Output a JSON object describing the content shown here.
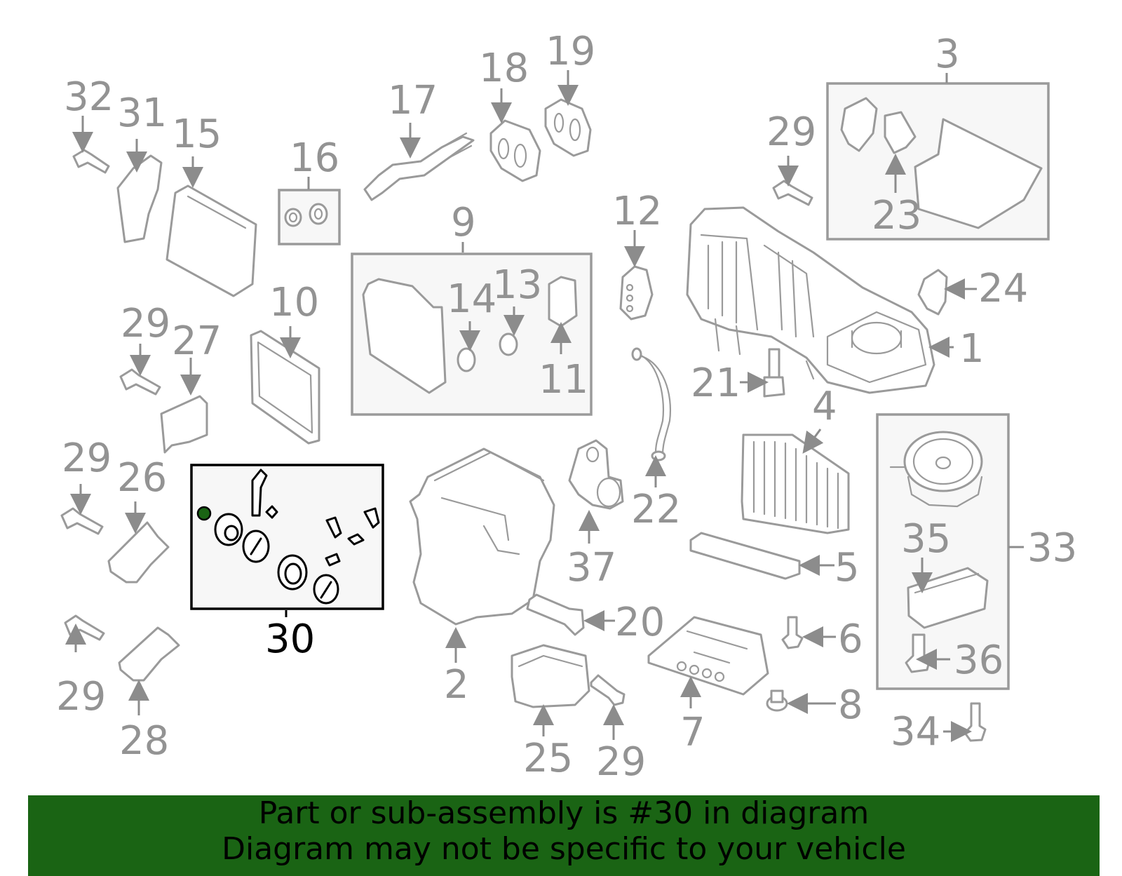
{
  "callouts": {
    "c1": "1",
    "c2": "2",
    "c3": "3",
    "c4": "4",
    "c5": "5",
    "c6": "6",
    "c7": "7",
    "c8": "8",
    "c9": "9",
    "c10": "10",
    "c11": "11",
    "c12": "12",
    "c13": "13",
    "c14": "14",
    "c15": "15",
    "c16": "16",
    "c17": "17",
    "c18": "18",
    "c19": "19",
    "c20": "20",
    "c21": "21",
    "c22": "22",
    "c23": "23",
    "c24": "24",
    "c25": "25",
    "c26": "26",
    "c27": "27",
    "c28": "28",
    "c29": "29",
    "c30": "30",
    "c31": "31",
    "c32": "32",
    "c33": "33",
    "c34": "34",
    "c35": "35",
    "c36": "36",
    "c37": "37"
  },
  "highlight": {
    "part_number": "30",
    "color": "#1a6414"
  },
  "colors": {
    "outline": "#9a9a9a",
    "highlight_outline": "#000000",
    "banner": "#1a6414"
  },
  "banner": {
    "line1": "Part or sub-assembly is #30 in diagram",
    "line2": "Diagram may not be specific to your vehicle"
  }
}
